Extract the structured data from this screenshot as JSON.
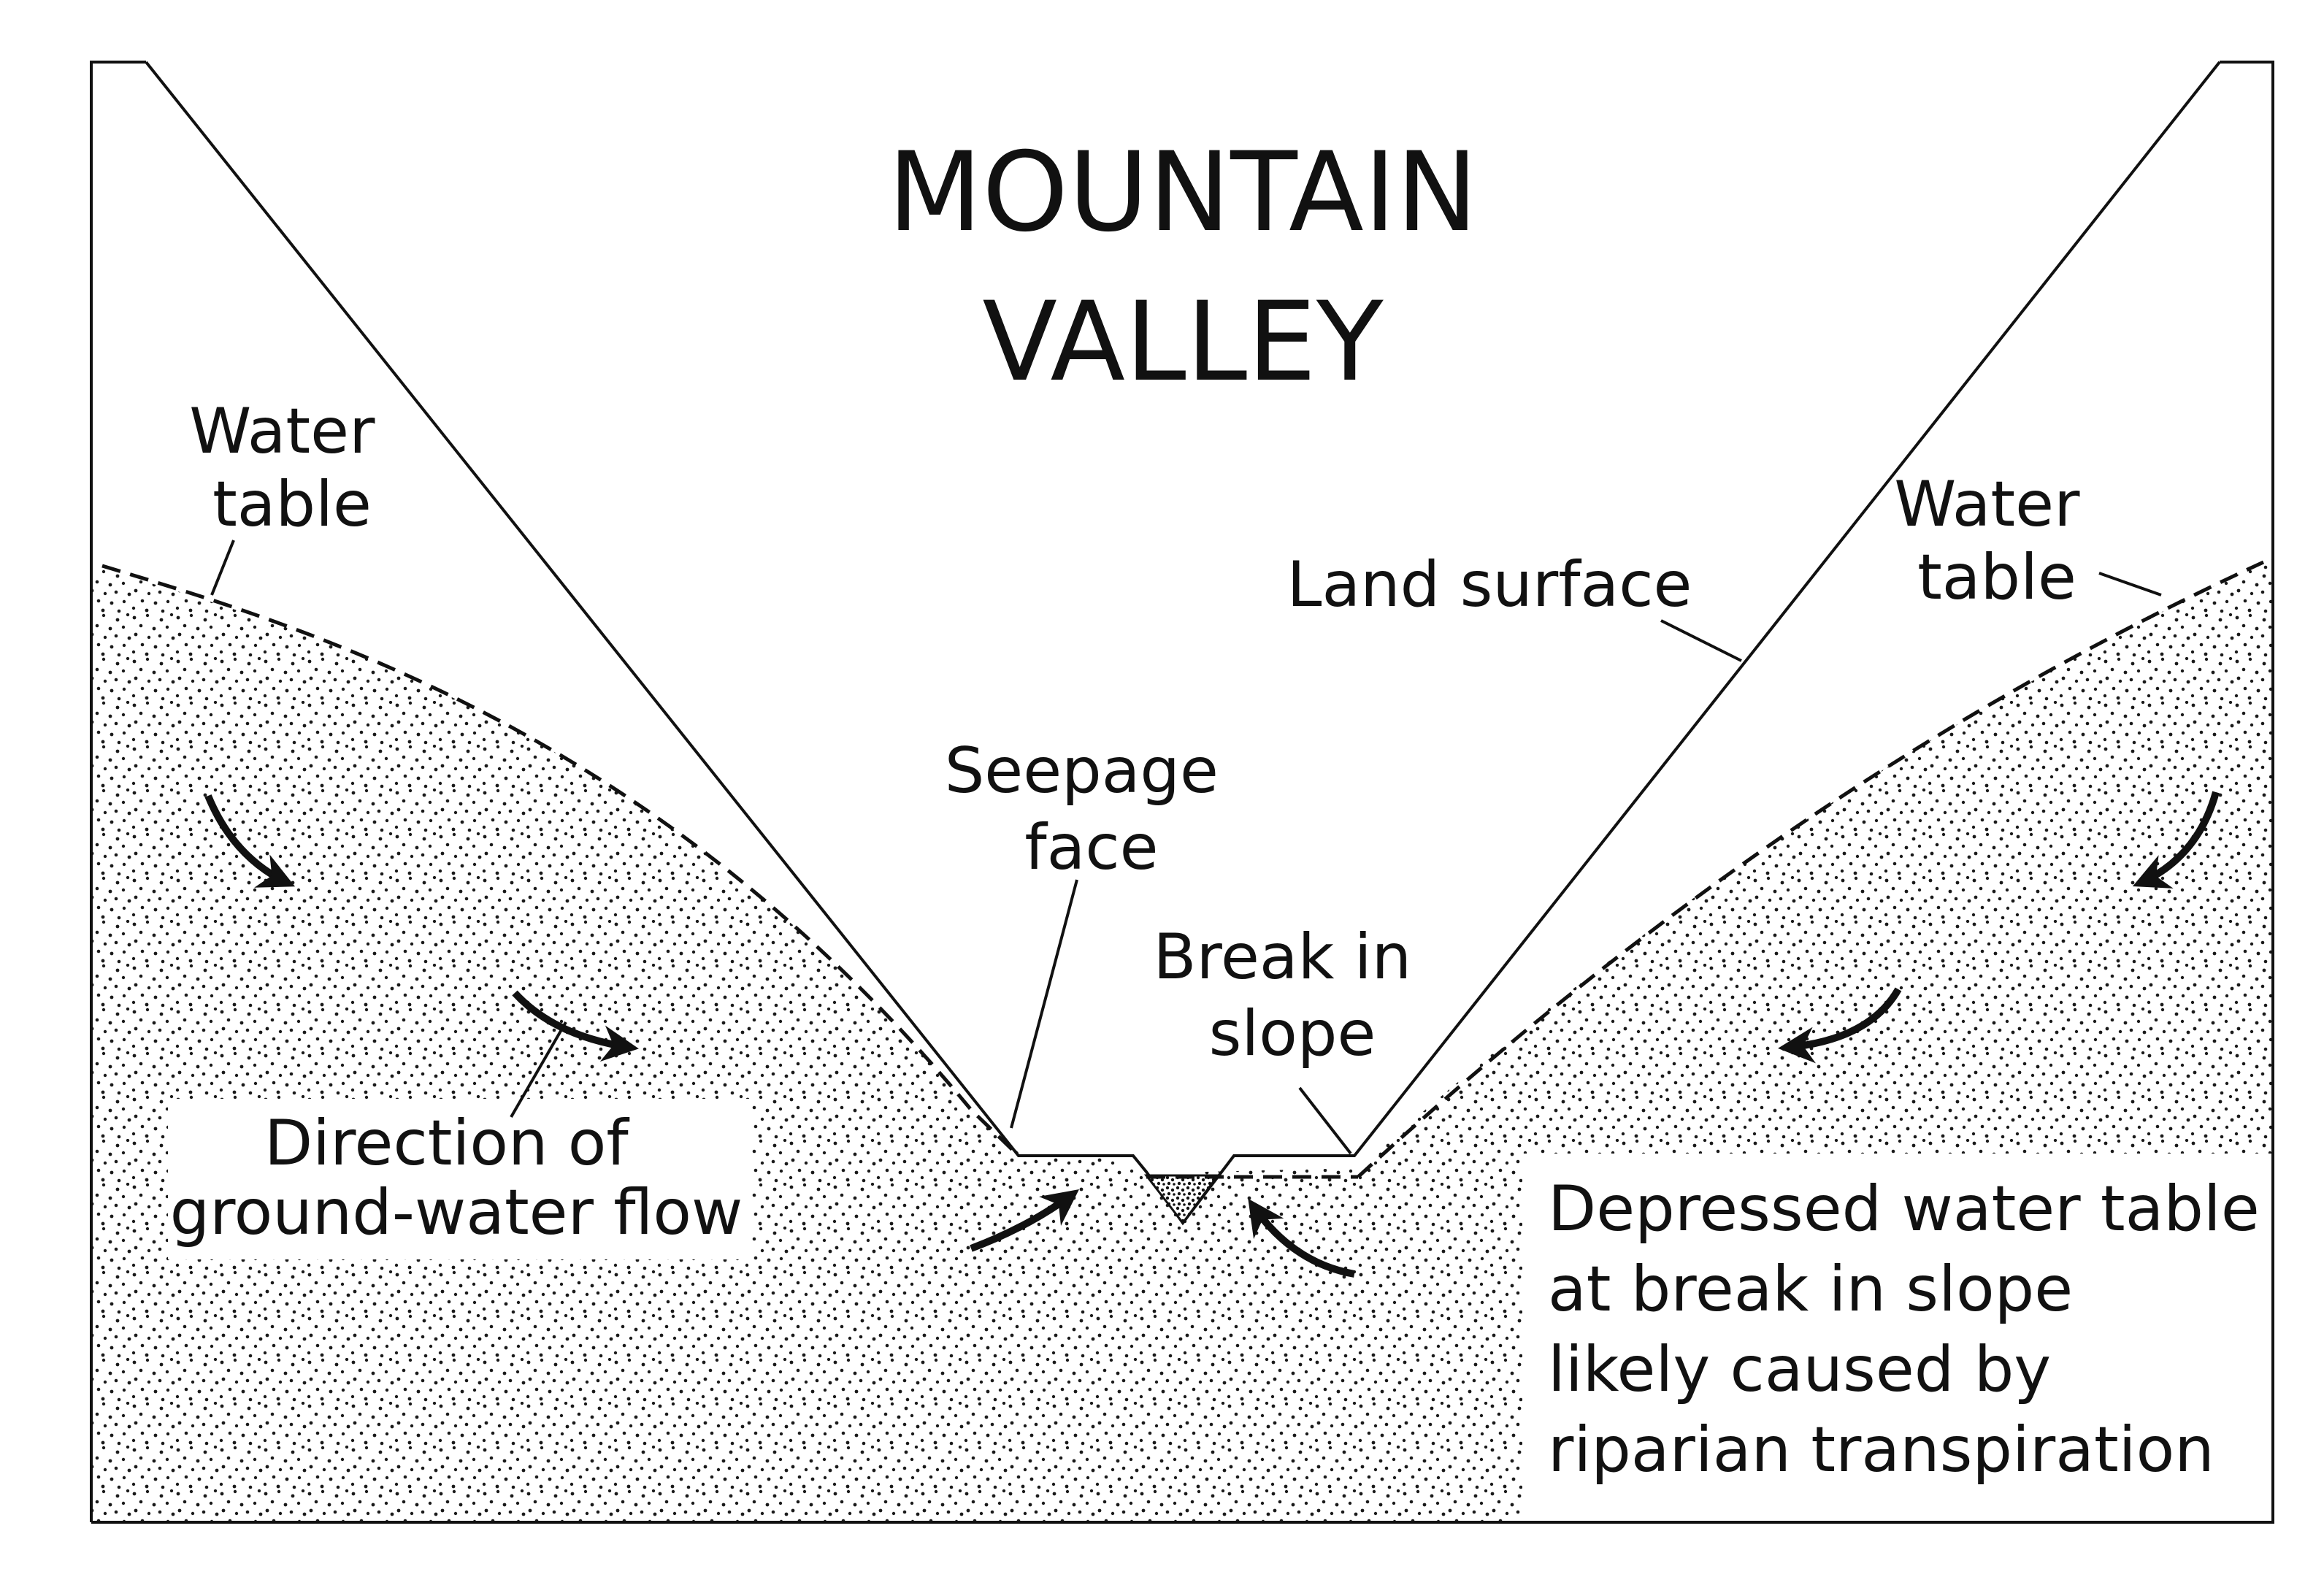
{
  "title": {
    "line1": "MOUNTAIN",
    "line2": "VALLEY"
  },
  "labels": {
    "water_table_left": [
      "Water",
      "table"
    ],
    "water_table_right": [
      "Water",
      "table"
    ],
    "land_surface": "Land surface",
    "seepage_face": [
      "Seepage",
      "face"
    ],
    "break_in_slope": [
      "Break in",
      "slope"
    ],
    "direction_of_flow": [
      "Direction of",
      "ground-water flow"
    ],
    "depressed_water_table": [
      "Depressed water table",
      "at break in slope",
      "likely caused by",
      "riparian transpiration"
    ]
  },
  "colors": {
    "line": "#111111",
    "background": "#ffffff",
    "stipple": "#1a1a1a"
  }
}
